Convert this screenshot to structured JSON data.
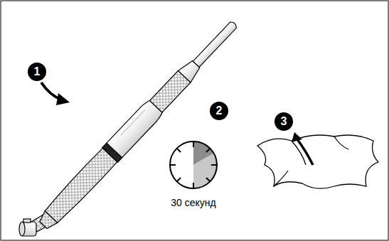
{
  "diagram": {
    "labels": [
      "1",
      "2",
      "30 секунд",
      "3"
    ]
  }
}
